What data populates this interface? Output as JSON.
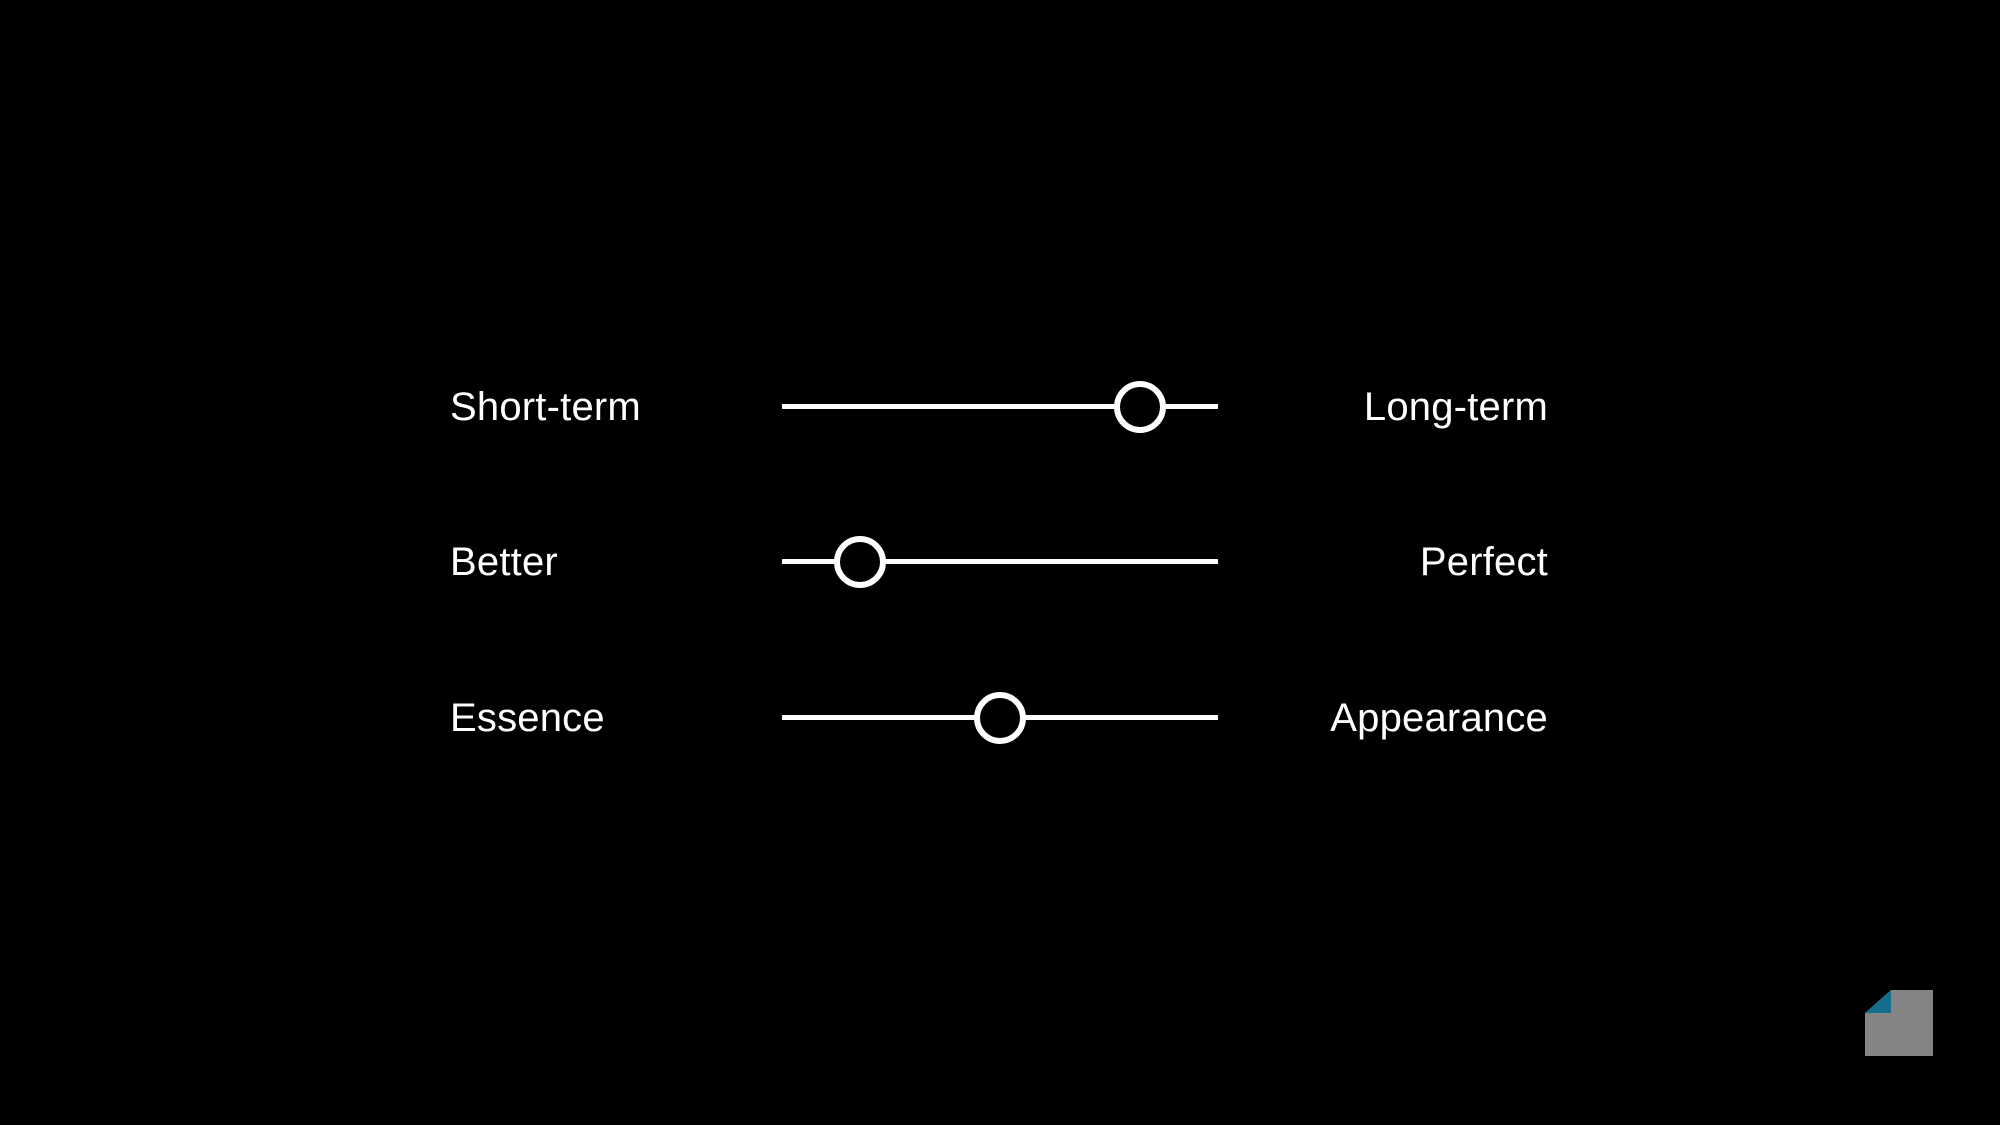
{
  "slide": {
    "background_color": "#000000",
    "text_color": "#ffffff",
    "slider_track_color": "#ffffff",
    "sliders": [
      {
        "left_label": "Short-term",
        "right_label": "Long-term",
        "value_percent": 82,
        "knob_left": "82%"
      },
      {
        "left_label": "Better",
        "right_label": "Perfect",
        "value_percent": 18,
        "knob_left": "18%"
      },
      {
        "left_label": "Essence",
        "right_label": "Appearance",
        "value_percent": 50,
        "knob_left": "50%"
      }
    ],
    "logo": {
      "page_color": "#848484",
      "fold_color": "#156e8e"
    }
  }
}
